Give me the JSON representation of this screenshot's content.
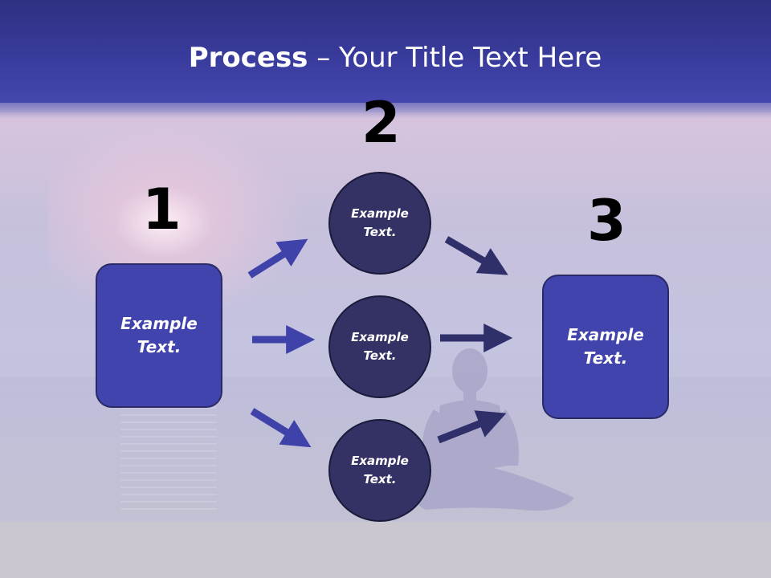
{
  "title": {
    "bold": "Process",
    "rest": " – Your Title Text Here"
  },
  "steps": {
    "n1": "1",
    "n2": "2",
    "n3": "3"
  },
  "left_box": {
    "text": "Example Text."
  },
  "circles": [
    {
      "text": "Example Text."
    },
    {
      "text": "Example Text."
    },
    {
      "text": "Example Text."
    }
  ],
  "right_box": {
    "text": "Example Text."
  },
  "colors": {
    "header": "#3a3c9e",
    "box_fill": "#4144ac",
    "circle_fill": "#343264",
    "arrow_left": "#3f42a8",
    "arrow_right": "#2f2f6a"
  }
}
